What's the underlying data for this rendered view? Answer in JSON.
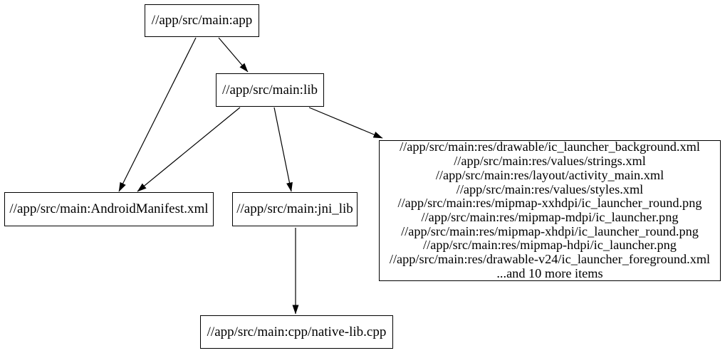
{
  "graph": {
    "background_color": "#ffffff",
    "node_fill_color": "#ffffff",
    "node_border_color": "#000000",
    "edge_color": "#000000",
    "nodes": {
      "app": {
        "label": "//app/src/main:app"
      },
      "lib": {
        "label": "//app/src/main:lib"
      },
      "android_manifest": {
        "label": "//app/src/main:AndroidManifest.xml"
      },
      "jni_lib": {
        "label": "//app/src/main:jni_lib"
      },
      "cpp_native_lib": {
        "label": "//app/src/main:cpp/native-lib.cpp"
      },
      "resources_group": {
        "lines": [
          "//app/src/main:res/drawable/ic_launcher_background.xml",
          "//app/src/main:res/values/strings.xml",
          "//app/src/main:res/layout/activity_main.xml",
          "//app/src/main:res/values/styles.xml",
          "//app/src/main:res/mipmap-xxhdpi/ic_launcher_round.png",
          "//app/src/main:res/mipmap-mdpi/ic_launcher.png",
          "//app/src/main:res/mipmap-xhdpi/ic_launcher_round.png",
          "//app/src/main:res/mipmap-hdpi/ic_launcher.png",
          "//app/src/main:res/drawable-v24/ic_launcher_foreground.xml",
          "...and 10 more items"
        ]
      }
    },
    "edges": [
      {
        "from": "app",
        "to": "android_manifest"
      },
      {
        "from": "app",
        "to": "lib"
      },
      {
        "from": "lib",
        "to": "android_manifest"
      },
      {
        "from": "lib",
        "to": "jni_lib"
      },
      {
        "from": "lib",
        "to": "resources_group"
      },
      {
        "from": "jni_lib",
        "to": "cpp_native_lib"
      }
    ]
  }
}
